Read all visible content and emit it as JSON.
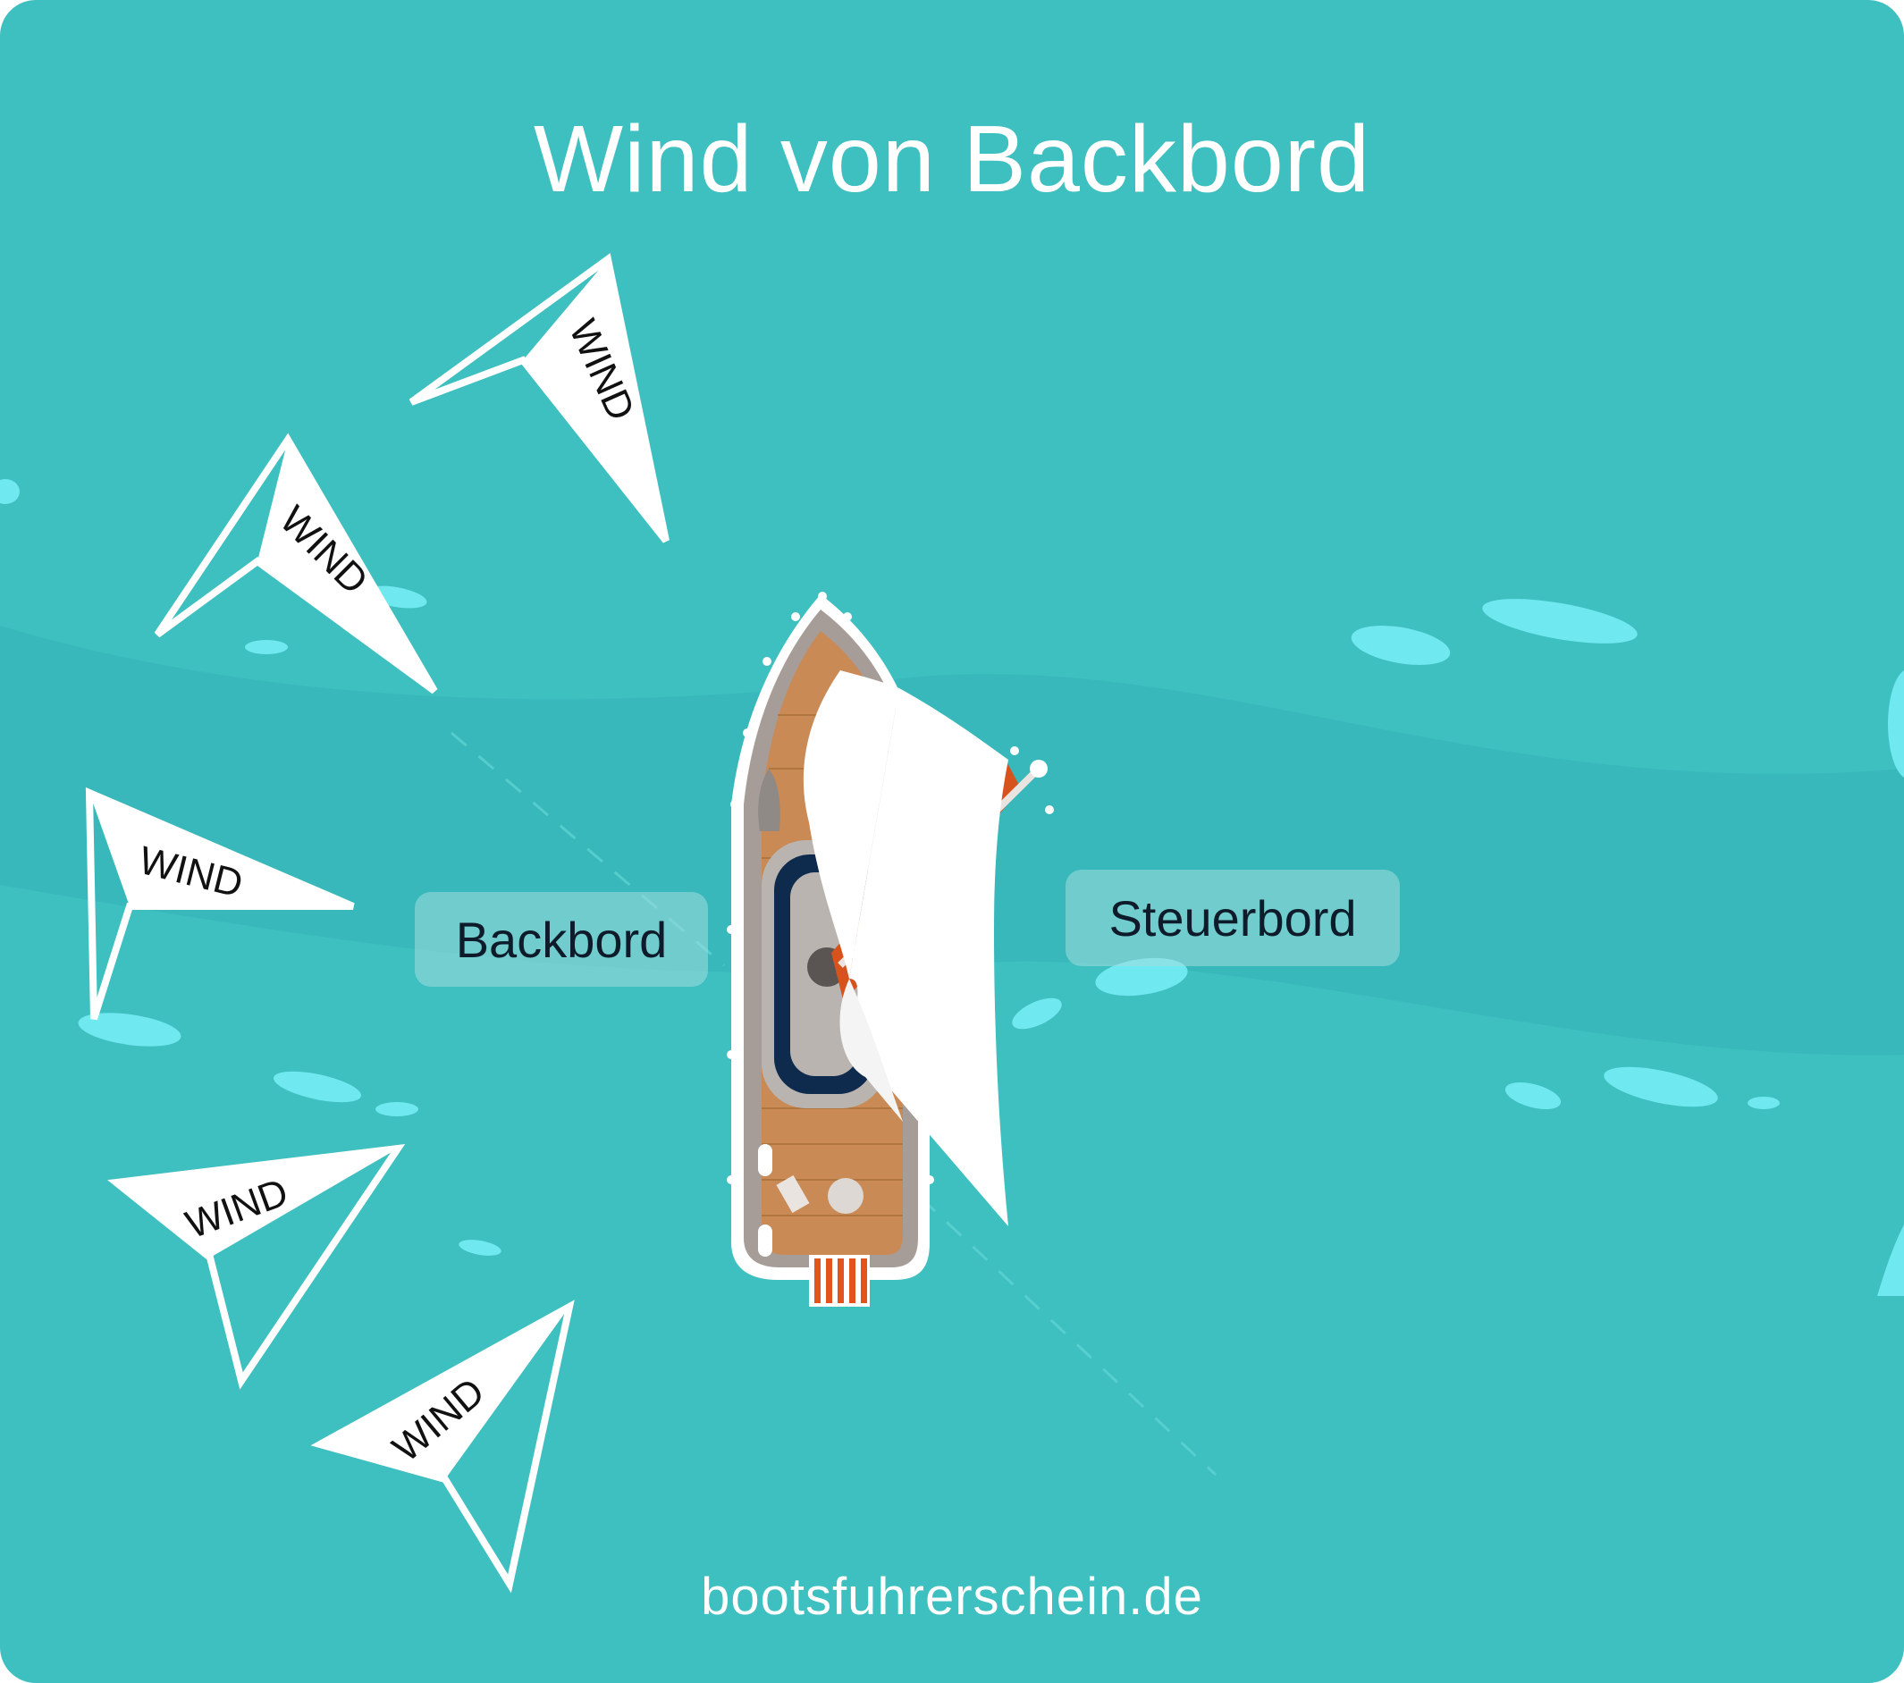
{
  "title": "Wind von Backbord",
  "footer": "bootsfuhrerschein.de",
  "labels": {
    "port": "Backbord",
    "starboard": "Steuerbord"
  },
  "wind_arrows": [
    {
      "text": "WIND"
    },
    {
      "text": "WIND"
    },
    {
      "text": "WIND"
    },
    {
      "text": "WIND"
    },
    {
      "text": "WIND"
    }
  ],
  "colors": {
    "sea": "#3ebfc0",
    "sea_band": "#37b7b9",
    "ripple": "#6fe8ef",
    "text_light": "#ffffff",
    "deck": "#c98a55",
    "sail": "#ffffff",
    "boom": "#d6531e"
  }
}
